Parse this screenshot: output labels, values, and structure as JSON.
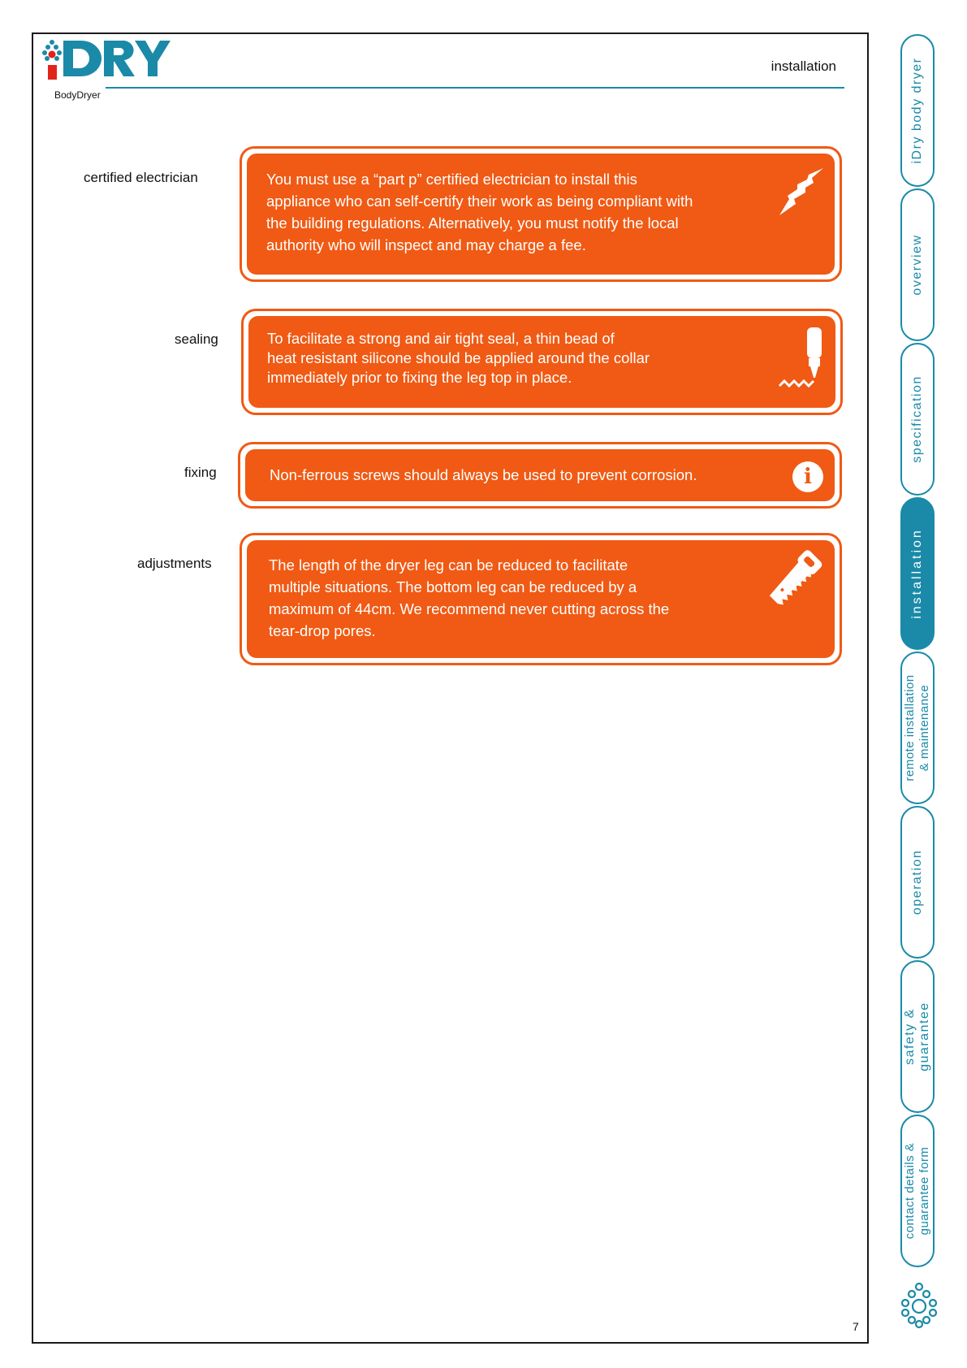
{
  "header": {
    "brand_caption": "BodyDryer",
    "section_title": "installation"
  },
  "sections": [
    {
      "label": "certified electrician",
      "icon": "lightning-icon",
      "lines": [
        "You must use a “part p” certified electrician to install this",
        "appliance who can self-certify their work as being compliant with",
        "the building regulations. Alternatively, you must notify the local",
        "authority who will inspect and may charge a fee."
      ]
    },
    {
      "label": "sealing",
      "icon": "silicone-tube-icon",
      "lines": [
        "To facilitate a strong and air tight seal, a thin bead of",
        "heat resistant silicone should be applied around the collar",
        "immediately prior to fixing the leg top in place."
      ]
    },
    {
      "label": "fixing",
      "icon": "info-icon",
      "lines": [
        "Non-ferrous screws should always be used to prevent corrosion."
      ]
    },
    {
      "label": "adjustments",
      "icon": "saw-icon",
      "lines": [
        "The length of the dryer leg can be reduced to facilitate",
        "multiple situations. The bottom leg can be reduced by a",
        "maximum of 44cm. We recommend never cutting across the",
        "tear-drop pores."
      ]
    }
  ],
  "info_glyph": "i",
  "side_tabs": [
    {
      "lines": [
        "iDry body dryer"
      ],
      "active": false
    },
    {
      "lines": [
        "overview"
      ],
      "active": false
    },
    {
      "lines": [
        "specification"
      ],
      "active": false
    },
    {
      "lines": [
        "installation"
      ],
      "active": true
    },
    {
      "lines": [
        "remote installation",
        "& maintenance"
      ],
      "active": false
    },
    {
      "lines": [
        "operation"
      ],
      "active": false
    },
    {
      "lines": [
        "safety &",
        "guarantee"
      ],
      "active": false
    },
    {
      "lines": [
        "contact details &",
        "guarantee form"
      ],
      "active": false
    }
  ],
  "page_number": "7",
  "colors": {
    "accent_orange": "#f05a14",
    "accent_teal": "#1a8aa8",
    "logo_red": "#e2231a"
  }
}
